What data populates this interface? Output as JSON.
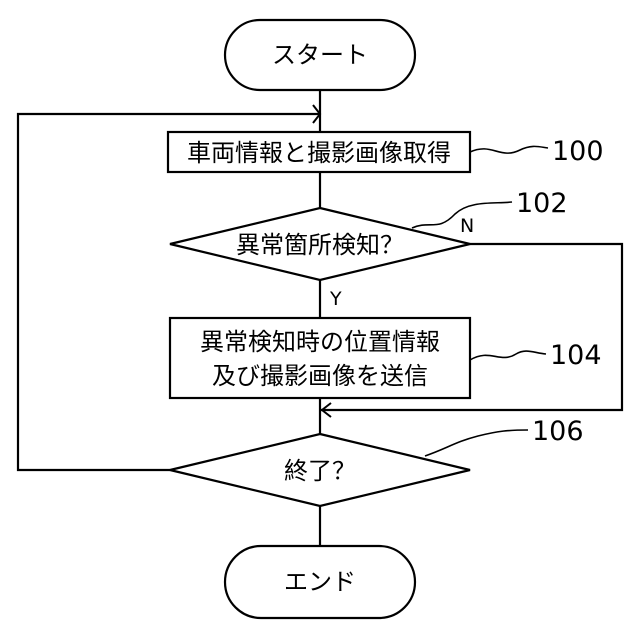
{
  "flowchart": {
    "start": "スタート",
    "step_acquire": "車両情報と撮影画像取得",
    "decision_detect": "異常箇所検知？",
    "branch_no": "N",
    "branch_yes": "Y",
    "step_send_line1": "異常検知時の位置情報",
    "step_send_line2": "及び撮影画像を送信",
    "decision_end": "終了？",
    "end": "エンド"
  },
  "references": {
    "ref_acquire": "100",
    "ref_detect": "102",
    "ref_send": "104",
    "ref_end": "106"
  }
}
